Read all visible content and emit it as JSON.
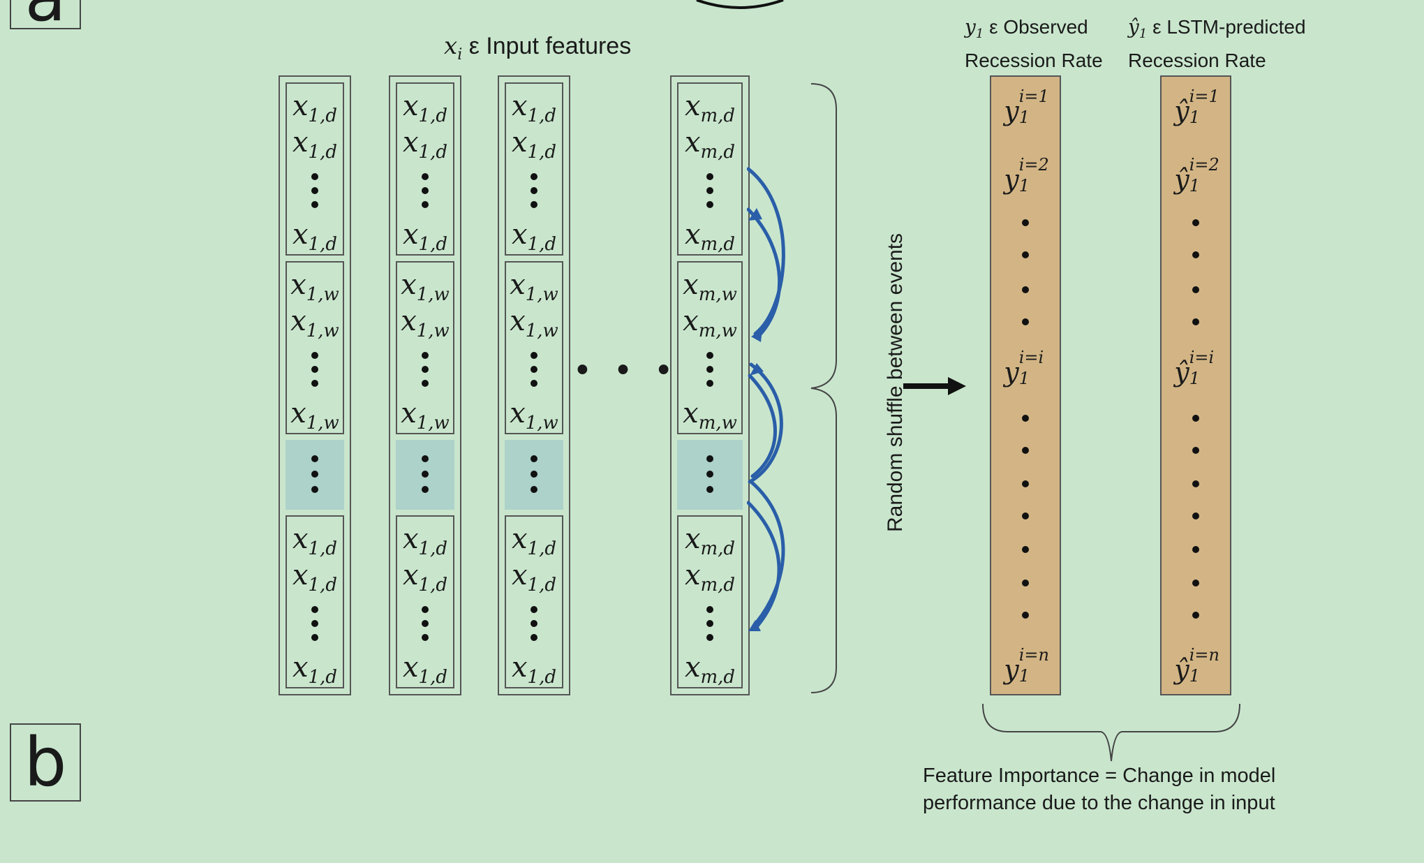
{
  "panel_labels": {
    "a": "a",
    "b": "b"
  },
  "input_header": {
    "symbol": "x",
    "subscript": "i",
    "text": "ε Input features"
  },
  "columns": [
    {
      "daily": "1,d",
      "weekly": "1,w"
    },
    {
      "daily": "1,d",
      "weekly": "1,w"
    },
    {
      "daily": "1,d",
      "weekly": "1,w"
    },
    {
      "daily": "m,d",
      "weekly": "m,w"
    }
  ],
  "ellipsis": "• • •",
  "shuffle_label": "Random shuffle between events",
  "observed": {
    "title_symbol": "y",
    "title_sub": "1",
    "title_line1": "ε Observed",
    "title_line2": "Recession Rate",
    "symbol": "y",
    "sub": "1",
    "sups": [
      "i=1",
      "i=2",
      "i=i",
      "i=n"
    ]
  },
  "predicted": {
    "title_symbol": "ŷ",
    "title_sub": "1",
    "title_line1": "ε LSTM-predicted",
    "title_line2": "Recession Rate",
    "symbol": "ŷ",
    "sub": "1",
    "sups": [
      "i=1",
      "i=2",
      "i=i",
      "i=n"
    ]
  },
  "footer": {
    "line1": "Feature Importance = Change in model",
    "line2": "performance due to the change in input"
  },
  "colors": {
    "background": "#c9e6cd",
    "gap_band": "#acd2ca",
    "target_bar": "#d3b585",
    "shuffle_arrows": "#2a5ea8"
  }
}
